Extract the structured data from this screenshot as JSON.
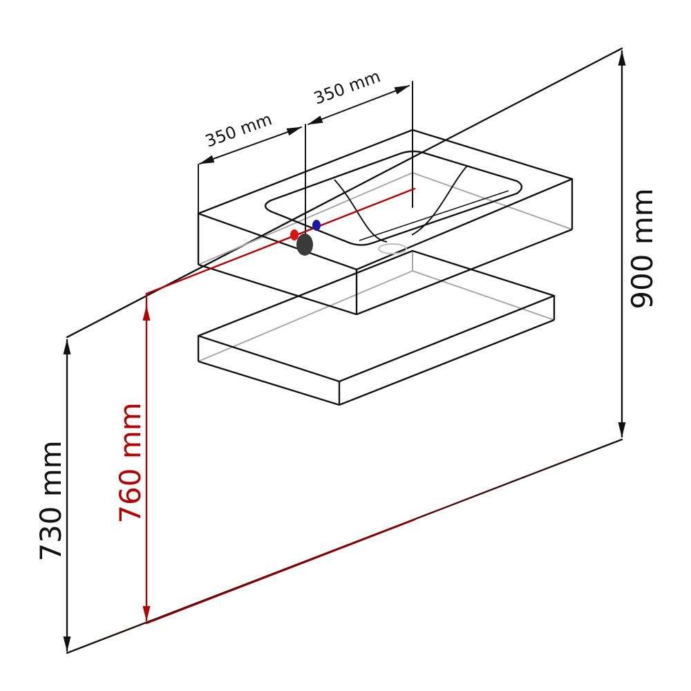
{
  "dimensions": {
    "top_width_left": "350 mm",
    "top_width_right": "350 mm",
    "total_height": "900 mm",
    "pipe_height": "760 mm",
    "top_height": "730 mm"
  },
  "colors": {
    "line": "#111111",
    "hidden": "#999999",
    "accent": "#b30000",
    "hot_tap": "#e01010",
    "cold_tap": "#1a1aa0",
    "tap_body": "#3a3a3a"
  }
}
